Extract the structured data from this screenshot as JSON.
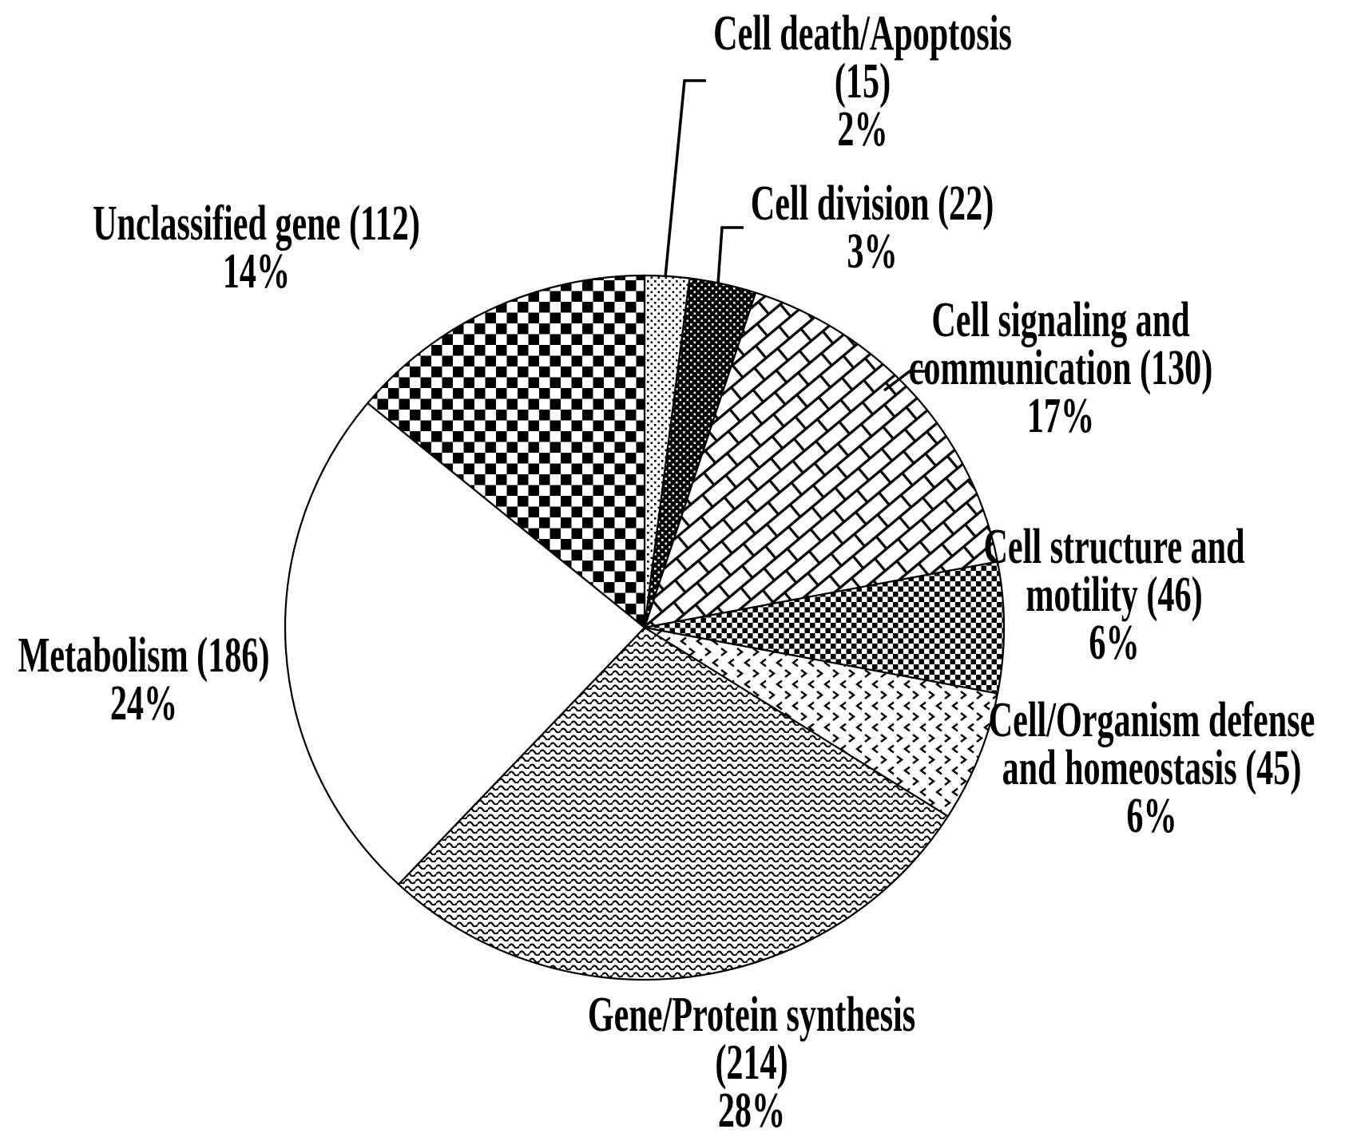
{
  "page": {
    "background_color": "#ffffff",
    "ink_color": "#000000"
  },
  "chart_data": {
    "type": "pie",
    "title": "",
    "legend_position": "none",
    "labels_outside": true,
    "start_angle_deg": 0,
    "direction": "clockwise",
    "slices": [
      {
        "id": "cell-death-apoptosis",
        "label": "Cell death/Apoptosis",
        "count": 15,
        "percent": 2,
        "pattern": "light-dots",
        "label_lines": [
          "Cell death/Apoptosis",
          "(15)",
          "2%"
        ]
      },
      {
        "id": "cell-division",
        "label": "Cell division",
        "count": 22,
        "percent": 3,
        "pattern": "dark-dots",
        "label_lines": [
          "Cell division (22)",
          "3%"
        ]
      },
      {
        "id": "cell-signaling-communication",
        "label": "Cell signaling and communication",
        "count": 130,
        "percent": 17,
        "pattern": "diagonal-bricks",
        "label_lines": [
          "Cell signaling and",
          "communication (130)",
          "17%"
        ]
      },
      {
        "id": "cell-structure-motility",
        "label": "Cell structure and motility",
        "count": 46,
        "percent": 6,
        "pattern": "fine-checks",
        "label_lines": [
          "Cell structure and",
          "motility (46)",
          "6%"
        ]
      },
      {
        "id": "cell-organism-defense-homeostasis",
        "label": "Cell/Organism defense and homeostasis",
        "count": 45,
        "percent": 6,
        "pattern": "chevrons",
        "label_lines": [
          "Cell/Organism defense",
          "and homeostasis (45)",
          "6%"
        ]
      },
      {
        "id": "gene-protein-synthesis",
        "label": "Gene/Protein synthesis",
        "count": 214,
        "percent": 28,
        "pattern": "waves",
        "label_lines": [
          "Gene/Protein synthesis",
          "(214)",
          "28%"
        ]
      },
      {
        "id": "metabolism",
        "label": "Metabolism",
        "count": 186,
        "percent": 24,
        "pattern": "plain-white",
        "label_lines": [
          "Metabolism (186)",
          "24%"
        ]
      },
      {
        "id": "unclassified-gene",
        "label": "Unclassified gene",
        "count": 112,
        "percent": 14,
        "pattern": "checkerboard",
        "label_lines": [
          "Unclassified gene (112)",
          "14%"
        ]
      }
    ]
  }
}
